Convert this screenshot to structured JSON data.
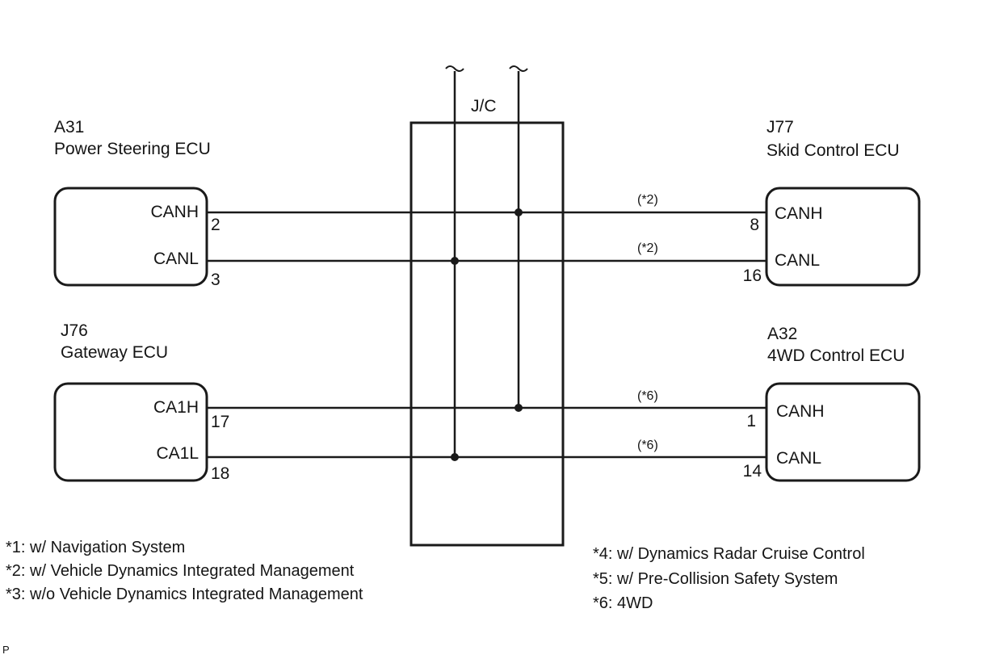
{
  "junction": {
    "label": "J/C"
  },
  "ecus": [
    {
      "code": "A31",
      "name": "Power Steering ECU",
      "pins": [
        {
          "signal": "CANH",
          "number": "2"
        },
        {
          "signal": "CANL",
          "number": "3"
        }
      ]
    },
    {
      "code": "J77",
      "name": "Skid Control ECU",
      "pins": [
        {
          "signal": "CANH",
          "number": "8"
        },
        {
          "signal": "CANL",
          "number": "16"
        }
      ]
    },
    {
      "code": "J76",
      "name": "Gateway ECU",
      "pins": [
        {
          "signal": "CA1H",
          "number": "17"
        },
        {
          "signal": "CA1L",
          "number": "18"
        }
      ]
    },
    {
      "code": "A32",
      "name": "4WD Control ECU",
      "pins": [
        {
          "signal": "CANH",
          "number": "1"
        },
        {
          "signal": "CANL",
          "number": "14"
        }
      ]
    }
  ],
  "wire_notes": [
    "(*2)",
    "(*2)",
    "(*6)",
    "(*6)"
  ],
  "footnotes_left": [
    "*1: w/ Navigation System",
    "*2: w/ Vehicle Dynamics Integrated Management",
    "*3: w/o Vehicle Dynamics Integrated Management"
  ],
  "footnotes_right": [
    "*4: w/ Dynamics Radar Cruise Control",
    "*5: w/ Pre-Collision Safety System",
    "*6: 4WD"
  ],
  "corner_mark": "P"
}
